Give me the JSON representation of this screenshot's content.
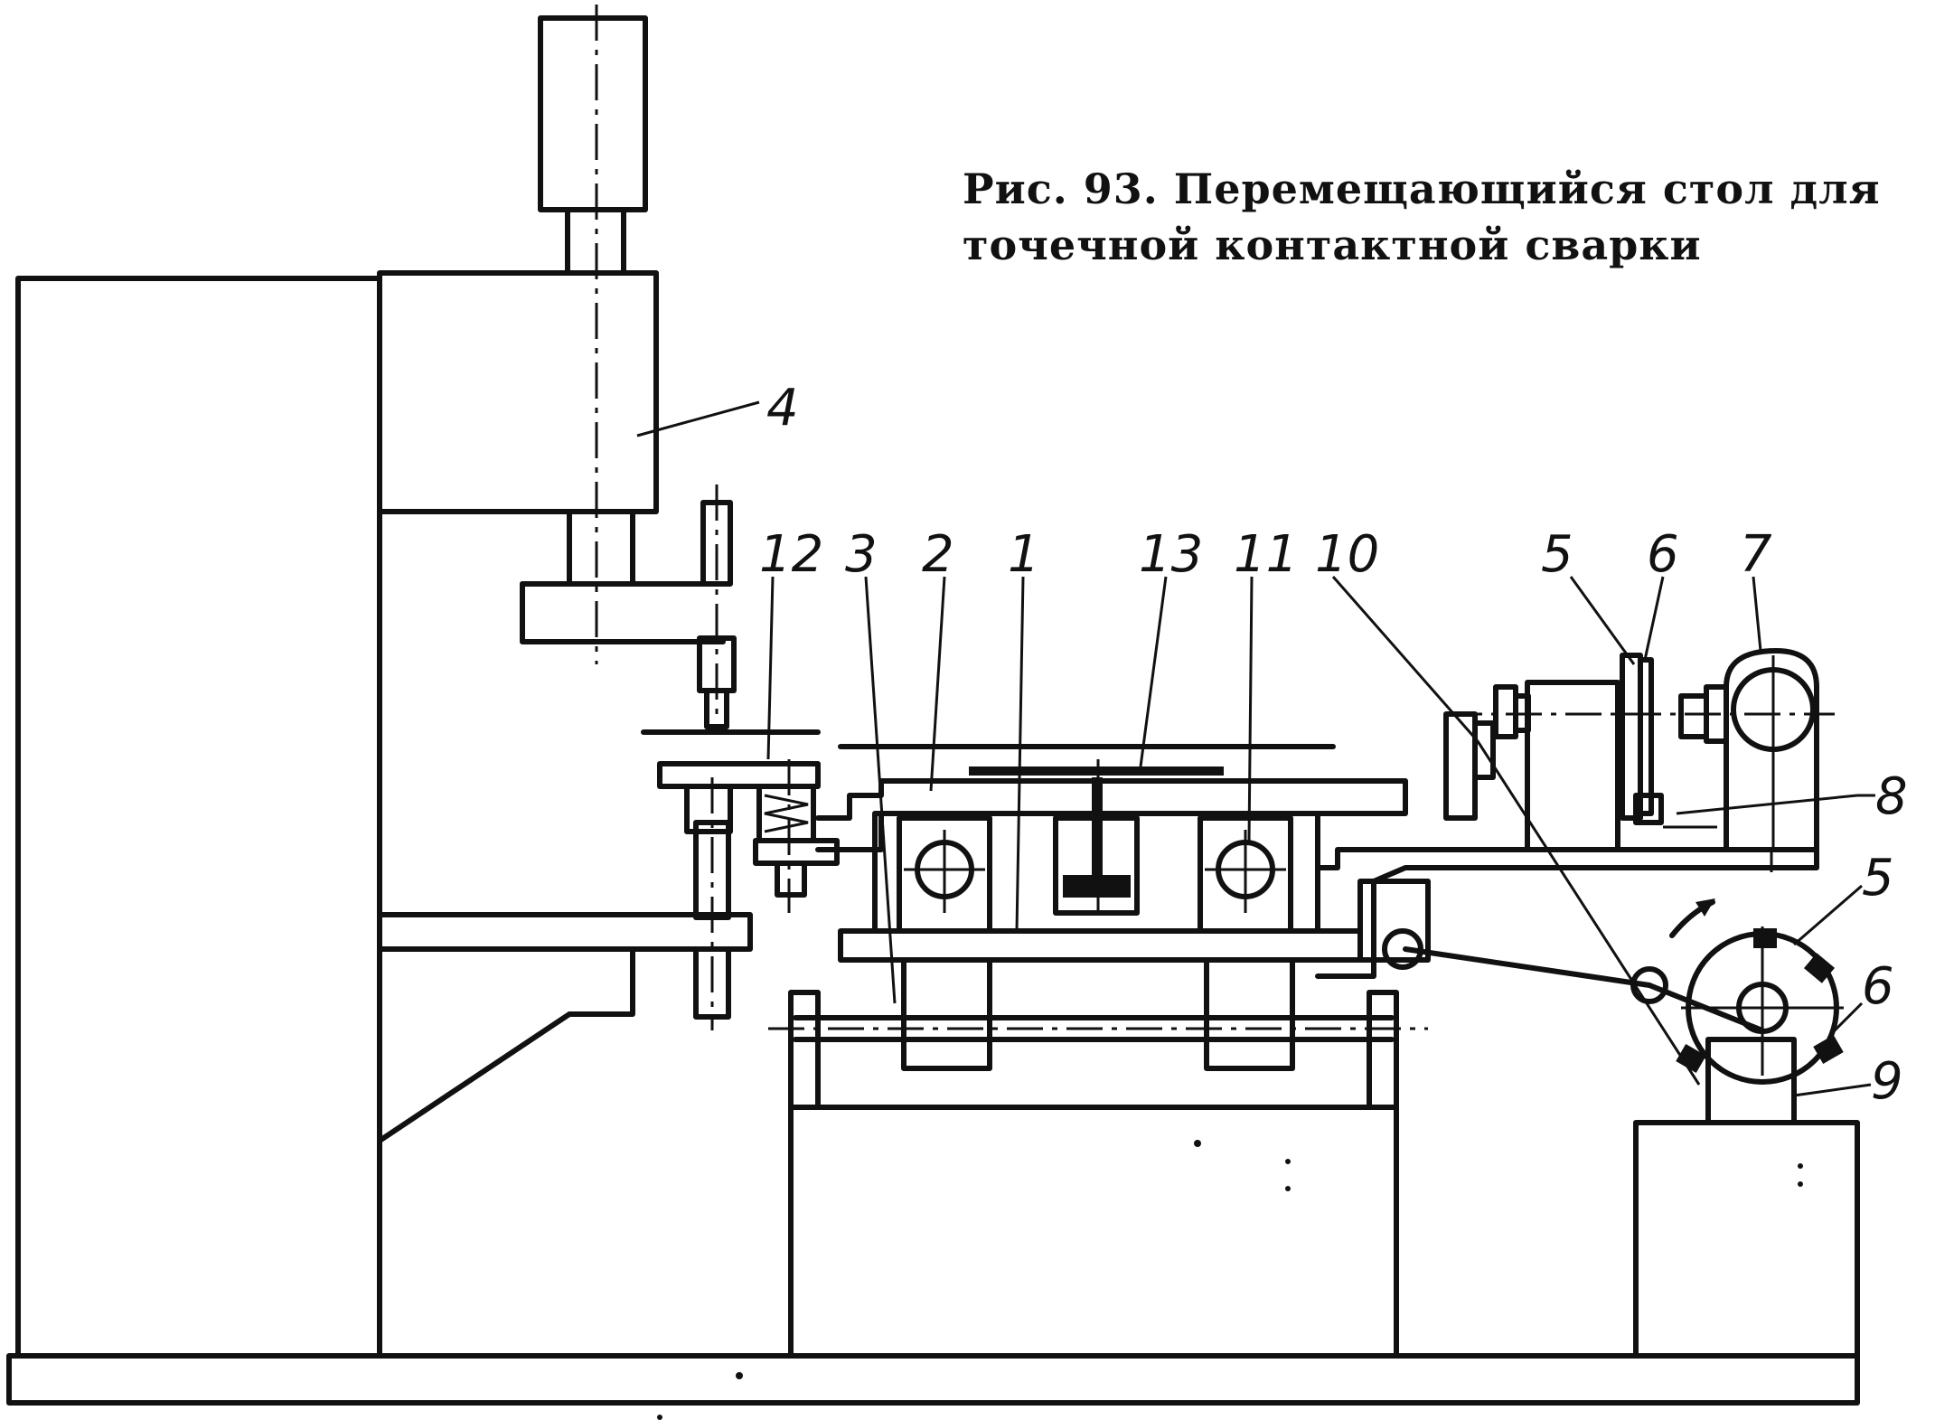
{
  "caption": {
    "line1": "Рис. 93. Перемещающийся стол для",
    "line2": "точечной контактной сварки"
  },
  "labels": {
    "l1": "1",
    "l2": "2",
    "l3": "3",
    "l4": "4",
    "l5a": "5",
    "l5b": "5",
    "l6a": "6",
    "l6b": "6",
    "l7": "7",
    "l8": "8",
    "l9": "9",
    "l10": "10",
    "l11": "11",
    "l12": "12",
    "l13": "13"
  }
}
